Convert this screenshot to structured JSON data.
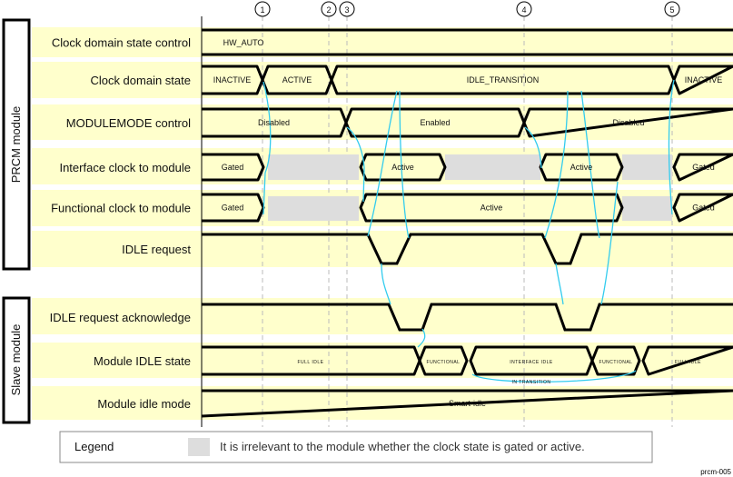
{
  "groups": {
    "prcm": "PRCM module",
    "slave": "Slave module"
  },
  "markers": [
    "1",
    "2",
    "3",
    "4",
    "5"
  ],
  "rows": [
    {
      "label": "Clock domain state control",
      "states": [
        "HW_AUTO"
      ]
    },
    {
      "label": "Clock domain state",
      "states": [
        "INACTIVE",
        "ACTIVE",
        "IDLE_TRANSITION",
        "INACTIVE"
      ]
    },
    {
      "label": "MODULEMODE control",
      "states": [
        "Disabled",
        "Enabled",
        "Disabled"
      ]
    },
    {
      "label": "Interface clock to module",
      "states": [
        "Gated",
        "Active",
        "Active",
        "Gated"
      ]
    },
    {
      "label": "Functional clock to module",
      "states": [
        "Gated",
        "Active",
        "Gated"
      ]
    },
    {
      "label": "IDLE request",
      "states": []
    },
    {
      "label": "IDLE request acknowledge",
      "states": []
    },
    {
      "label": "Module IDLE state",
      "states": [
        "FULL IDLE",
        "FUNCTIONAL",
        "INTERFACE IDLE",
        "FUNCTIONAL",
        "FULL IDLE"
      ],
      "note": "IN TRANSITION"
    },
    {
      "label": "Module idle mode",
      "states": [
        "Smart-idle"
      ]
    }
  ],
  "legend": {
    "title": "Legend",
    "text": "It is irrelevant to the module whether the clock state is gated or active."
  },
  "figure_id": "prcm-005",
  "colors": {
    "band": "#FFFFCC",
    "irrelevant": "#DDDDDD",
    "arrow": "#33CCEE",
    "signal": "#000000"
  }
}
